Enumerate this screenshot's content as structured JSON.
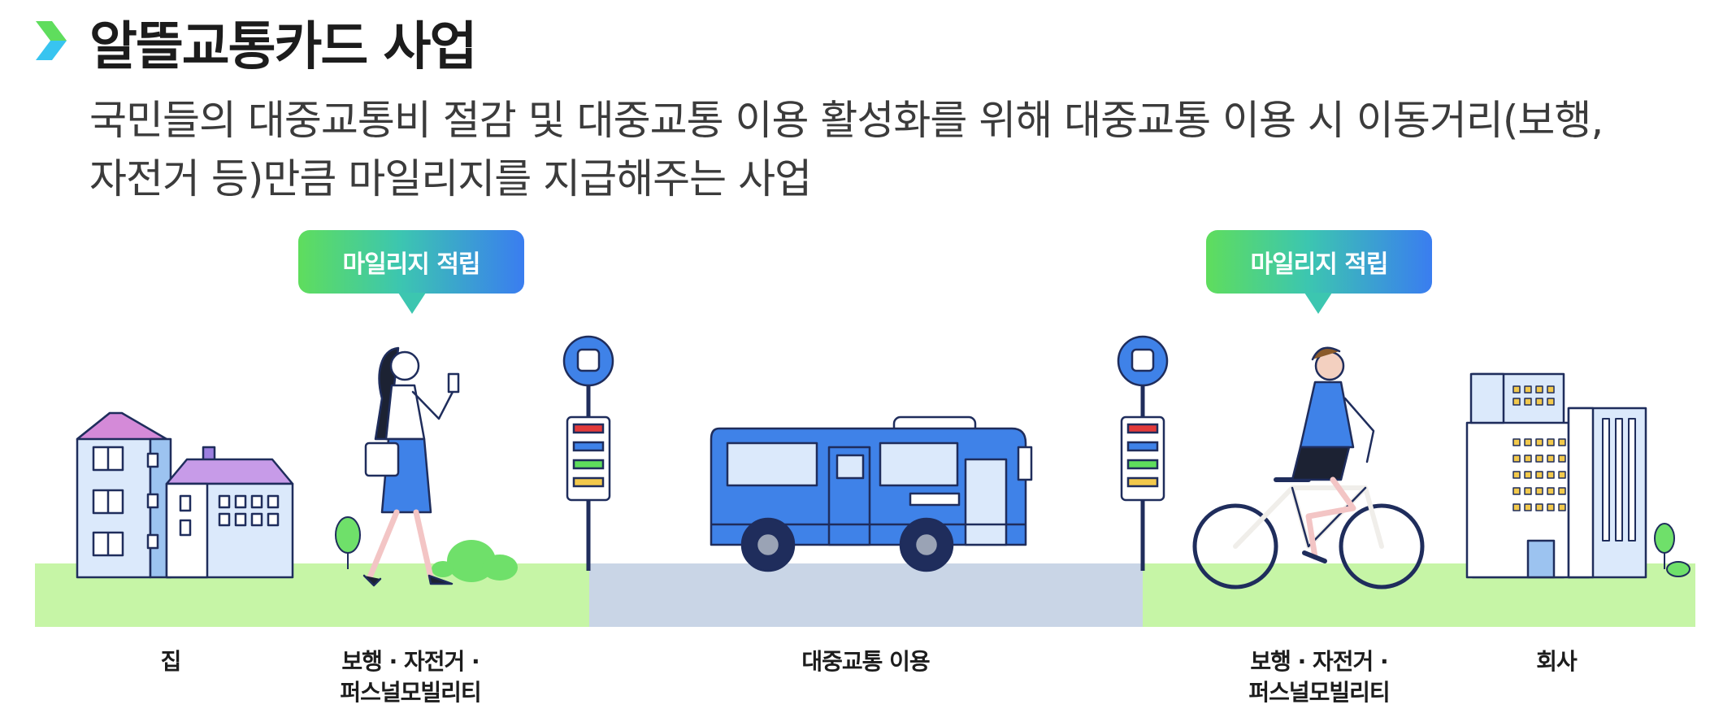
{
  "title": "알뜰교통카드 사업",
  "description_line1": "국민들의 대중교통비 절감 및 대중교통 이용 활성화를 위해 대중교통 이용 시 이동거리(보행,",
  "description_line2": "자전거 등)만큼 마일리지를 지급해주는 사업",
  "bubbles": [
    {
      "label": "마일리지 적립"
    },
    {
      "label": "마일리지 적립"
    }
  ],
  "steps": [
    {
      "line1": "집",
      "line2": ""
    },
    {
      "line1": "보행 · 자전거 ·",
      "line2": "퍼스널모빌리티"
    },
    {
      "line1": "대중교통 이용",
      "line2": ""
    },
    {
      "line1": "보행 · 자전거 ·",
      "line2": "퍼스널모빌리티"
    },
    {
      "line1": "회사",
      "line2": ""
    }
  ],
  "colors": {
    "green_ground": "#c6f5a6",
    "road": "#c9d5e6",
    "bus_blue": "#3f82e8",
    "navy": "#1f2d5c",
    "bubble_green": "#5fdd5d",
    "bubble_blue": "#3a7df0"
  },
  "icons": [
    "chevron-right-icon",
    "bus-stop-sign-icon",
    "bus-icon",
    "house-icon",
    "office-building-icon",
    "tree-icon",
    "bush-icon"
  ]
}
